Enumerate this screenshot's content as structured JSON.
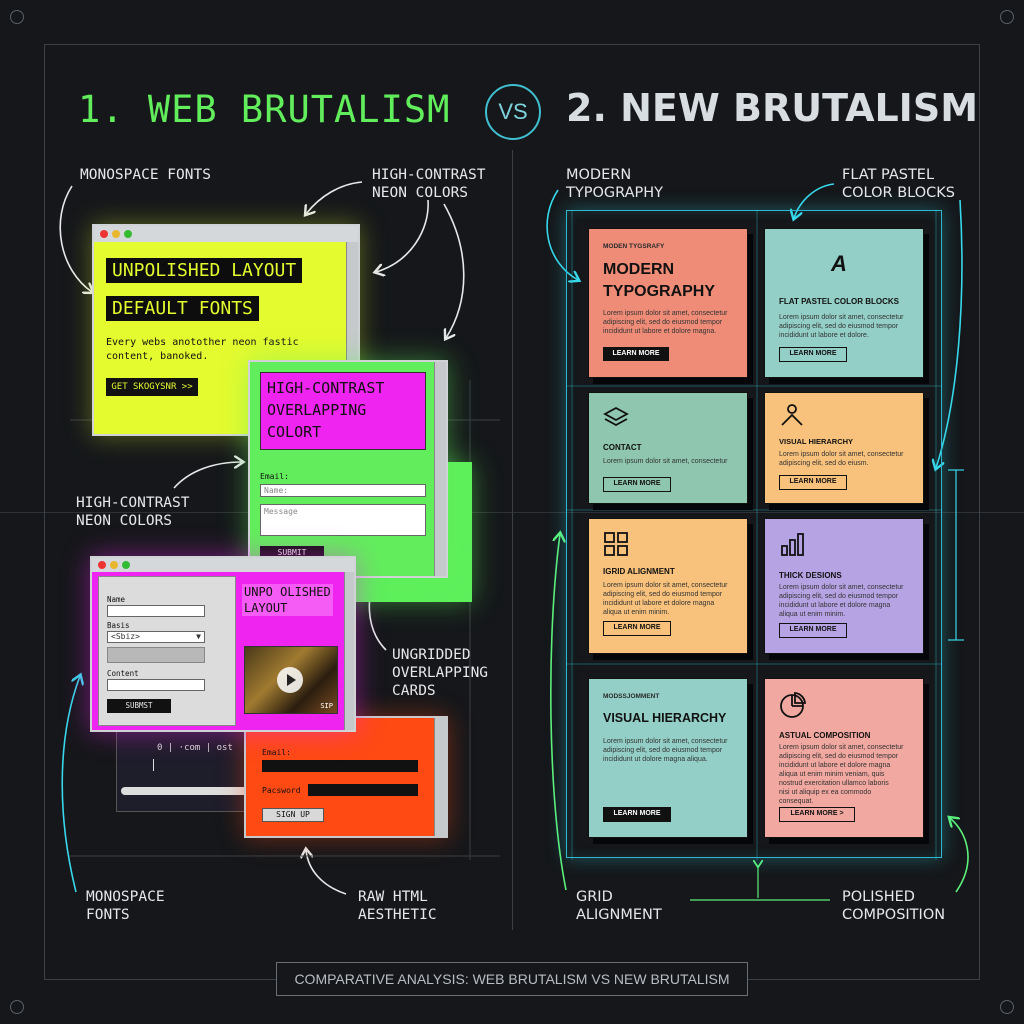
{
  "titles": {
    "left": "1. WEB BRUTALISM",
    "vs": "VS",
    "right": "2. NEW BRUTALISM"
  },
  "left_labels": {
    "monospace_top": "MONOSPACE FONTS",
    "neon_top": "HIGH-CONTRAST\nNEON COLORS",
    "neon_mid": "HIGH-CONTRAST\nNEON COLORS",
    "ungridded": "UNGRIDDED\nOVERLAPPING\nCARDS",
    "monospace_bottom": "MONOSPACE\nFONTS",
    "raw_html": "RAW HTML\nAESTHETIC"
  },
  "right_labels": {
    "modern_typography": "MODERN\nTYPOGRAPHY",
    "flat_pastel": "FLAT PASTEL\nCOLOR BLOCKS",
    "grid_alignment": "GRID\nALIGNMENT",
    "polished": "POLISHED\nCOMPOSITION"
  },
  "yellow_window": {
    "line1": "UNPOLISHED LAYOUT",
    "line2": "DEFAULT FONTS",
    "body": "Every webs anotother neon fastic\ncontent, banoked.",
    "button": "GET SKOGYSNR >>"
  },
  "green_window": {
    "heading": "HIGH-CONTRAST\nOVERLAPPING\nCOLORT",
    "email_label": "Email:",
    "name_placeholder": "Name:",
    "message_placeholder": "Message",
    "submit": "SUBMIT"
  },
  "magenta_window": {
    "name_label": "Name",
    "basis_label": "Basis",
    "select_value": "<Sbiz>",
    "content_label": "Content",
    "submit": "SUBMST",
    "heading": "UNPO OLISHED\nLAYOUT",
    "video_tag": "SIP"
  },
  "terminal_window": {
    "text": "0 | ·com | ost"
  },
  "orange_window": {
    "email_label": "Email:",
    "password_label": "Pacsword",
    "button": "SIGN UP"
  },
  "cards": {
    "c1": {
      "tag": "MODEN TYGSRAFY",
      "heading": "MODERN\nTYPOGRAPHY",
      "body": "Lorem ipsum dolor sit amet, consectetur\nadipiscing elit, sed do eiusmod tempor\nincididunt ut labore et dolore magna.",
      "button": "LEARN MORE"
    },
    "c2": {
      "icon": "A",
      "heading": "FLAT PASTEL COLOR BLOCKS",
      "body": "Lorem ipsum dolor sit amet, consectetur\nadipiscing elit, sed do eiusmod tempor\nincididunt ut labore et dolore.",
      "button": "LEARN MORE"
    },
    "c3": {
      "heading": "CONTACT",
      "body": "Lorem ipsum dolor sit amet, consectetur",
      "button": "LEARN MORE"
    },
    "c4": {
      "heading": "VISUAL HIERARCHY",
      "body": "Lorem ipsum dolor sit amet, consectetur\nadipiscing elit, sed do eiusm.",
      "button": "LEARN MORE"
    },
    "c5": {
      "heading": "IGRID ALIGNMENT",
      "body": "Lorem ipsum dolor sit amet, consectetur\nadipiscing elit, sed do eiusmod tempor\nincididunt ut labore et dolore magna\naliqua ut enim minim.",
      "button": "LEARN MORE"
    },
    "c6": {
      "heading": "THICK DESIONS",
      "body": "Lorem ipsum dolor sit amet, consectetur\nadipiscing elit, sed do eiusmod tempor\nincididunt ut labore et dolore magna\naliqua ut enim minim.",
      "button": "LEARN MORE"
    },
    "c7": {
      "tag": "MODSSJOMMENT",
      "heading": "VISUAL HIERARCHY",
      "body": "Lorem ipsum dolor sit amet, consectetur\nadipiscing elit, sed do eiusmod tempor\nincididunt ut dolore magna aliqua.",
      "button": "LEARN MORE"
    },
    "c8": {
      "heading": "ASTUAL COMPOSITION",
      "body": "Lorem ipsum dolor sit amet, consectetur\nadipiscing elit, sed do eiusmod tempor\nincididunt ut labore et dolore magna\naliqua ut enim minim veniam, quis\nnostrud exercitation ullamco laboris\nnisi ut aliquip ex ea commodo\nconsequat.",
      "button": "LEARN MORE >"
    }
  },
  "footer": "COMPARATIVE ANALYSIS: WEB BRUTALISM VS NEW BRUTALISM",
  "colors": {
    "neon_green": "#62ee5c",
    "neon_yellow": "#e4fb2f",
    "neon_magenta": "#f024f0",
    "neon_orange": "#ff4a14",
    "cyan_glow": "#2fd6e6",
    "pastel_salmon": "#ee8c78",
    "pastel_teal": "#93cfc6",
    "pastel_sage": "#8fc6b0",
    "pastel_orange": "#f8c27c",
    "pastel_lavender": "#b6a3e3",
    "pastel_pink": "#f1a8a0"
  }
}
